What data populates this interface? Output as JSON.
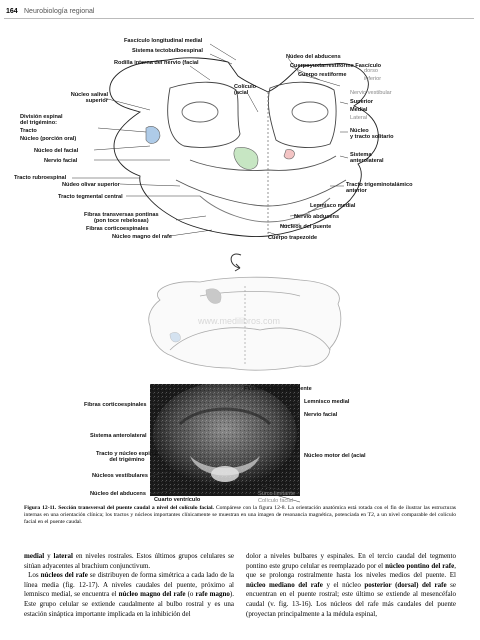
{
  "header": {
    "page_number": "164",
    "running_head": "Neurobiología regional"
  },
  "fig_top": {
    "labels": {
      "fasciculo_long_medial": "Fascículo longitudinal medial",
      "sistema_tectobulbo": "Sistema tectobulboespinal",
      "rodilla": "Rodilla interna del nervio (facial",
      "coliculo": "Colículo\n(acial",
      "nucleo_abducens_top": "Núdeo del abducens",
      "cuerpo_yuxta": "Cuerpoyuxtarrestiforme Fascículo",
      "cuerpo_restiforme": "Cuerpo restiforme",
      "dorso": "dorso",
      "inferior": "inferior",
      "nervio_vestibular": "Nervio vestibular",
      "superior": "Superior",
      "medial": "Medial",
      "lateral": "Lateral",
      "nucleo_salival": "Núcleo salival\nsuperior",
      "division_espinal": "División espinal\ndel trigémino:",
      "tracto": "Tracto",
      "nucleo_porcion_oral": "Núcleo (porción oral)",
      "nucleo_facial": "Núcleo del facial",
      "nervio_facial": "Nervio facial",
      "nucleo_tracto_solitario": "Núcleo\ny tracto solitario",
      "sistema_anterolateral": "Sistema\nanterolateral",
      "tracto_rubroespinal": "Tracto rubroespinal",
      "nucleo_olivar": "Núdeo olivar superior",
      "tracto_tegmental": "Tracto tegmental central",
      "tracto_trigemino": "Tracto trigeminotalámico\nanterior",
      "lemnisco_medial": "Lemnisco medial",
      "nervio_abducens": "Nervio abducens",
      "fibras_transversas": "Fibras transversas pontinas\n(pon toce rebelosas)",
      "fibras_corticoespinales_top": "Fibras corticoespinales",
      "nucleo_puente": "Núcleos del puente",
      "nucleo_magno": "Núcleo magno del rafe",
      "cuerpo_trapezoide": "Cuerpo trapezoide"
    }
  },
  "fig_mid": {
    "watermark": "www.medilibros.com"
  },
  "fig_bottom": {
    "labels": {
      "fvsion": "FVsión basilar del puente",
      "fibras_cortico": "Fibras corticoespinales",
      "lemnisco": "Lemnisco medial",
      "nervio_facial": "Nervio facial",
      "sistema_antero": "Sistema anterolateral",
      "tracto_nucleo_espinal": "Tracto y núcleo espinal\ndel trigémino",
      "nucleo_motor": "Núcleo motor del (acial",
      "nucleos_vest": "Núcleos vestibulares",
      "nucleo_abducens": "Núcleo del abducens",
      "surco": "Surco limitante",
      "cuarto": "Cuarto ventrículo",
      "coliculo": "Colículo facial"
    }
  },
  "caption": {
    "figure_label": "Figura 12-11.",
    "title": "Sección transversal del puente caudal a nivel del colículo facial.",
    "body": "Compárese con la figura 12-8. La orientación anatómica está rotada con el fin de ilustrar las estructuras internas en una orientación clínica; los tractos y núcleos importantes clínicamente se muestran en una imagen de resonancia magnética, potenciada en T2, a un nivel comparable del colículo facial en el puente caudal."
  },
  "body_text": {
    "col1_p1_a": "medial",
    "col1_p1_b": " y ",
    "col1_p1_c": "lateral",
    "col1_p1_d": " en niveles rostrales. Estos últimos grupos celulares se sitúan adyacentes al brachium conjunctivum.",
    "col1_p2_a": "Los ",
    "col1_p2_b": "núcleos del rafe",
    "col1_p2_c": " se distribuyen de forma simétrica a cada lado de la línea media (fig. 12-17). A niveles caudales del puente, próximo al lemnisco medial, se encuentra el ",
    "col1_p2_d": "núcleo magno del rafe",
    "col1_p2_e": " (o ",
    "col1_p2_f": "rafe magno",
    "col1_p2_g": "). Este grupo celular se extiende caudalmente al bulbo rostral y es una estación sináptica importante implicada en la inhibición del",
    "col2_a": "dolor a niveles bulbares y espinales. En el tercio caudal del tegmento pontino este grupo celular es reemplazado por el ",
    "col2_b": "núcleo pontino del rafe",
    "col2_c": ", que se prolonga rostralmente hasta los niveles medios del puente. El ",
    "col2_d": "núcleo mediano del rafe",
    "col2_e": " y el núcleo ",
    "col2_f": "posterior (dorsal) del rafe",
    "col2_g": " se encuentran en el puente rostral; este último se extiende al mesencéfalo caudal (v. fig. 13-16). Los núcleos del rafe más caudales del puente (proyectan principalmente a la médula espinal,"
  }
}
